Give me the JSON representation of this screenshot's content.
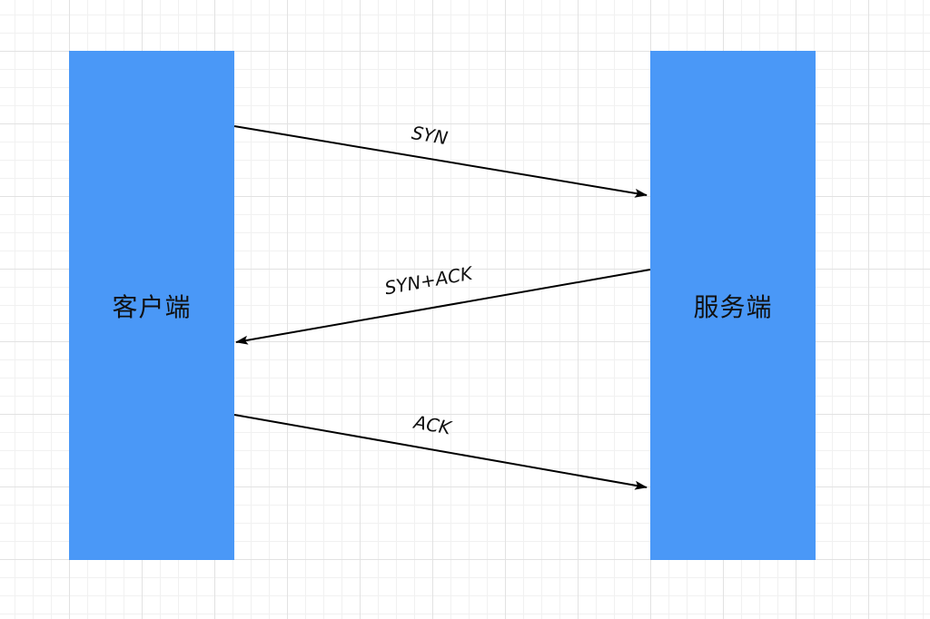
{
  "colors": {
    "node_fill": "#4a98f7",
    "arrow": "#000000",
    "text": "#111111"
  },
  "nodes": {
    "client": {
      "label": "客户端"
    },
    "server": {
      "label": "服务端"
    }
  },
  "messages": [
    {
      "label": "SYN",
      "from": "client",
      "to": "server"
    },
    {
      "label": "SYN+ACK",
      "from": "server",
      "to": "client"
    },
    {
      "label": "ACK",
      "from": "client",
      "to": "server"
    }
  ]
}
